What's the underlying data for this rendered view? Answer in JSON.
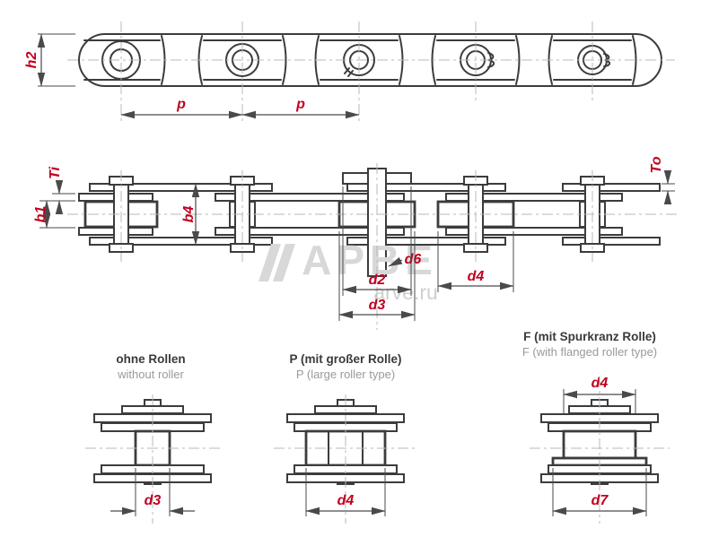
{
  "watermark": {
    "brand": "APBE",
    "site": "arve.ru"
  },
  "side_view": {
    "h2": "h2",
    "p_left": "p",
    "p_right": "p"
  },
  "plan_view": {
    "ti": "Ti",
    "to": "To",
    "b1": "b1",
    "b4": "b4",
    "d6": "d6",
    "d2": "d2",
    "d3": "d3",
    "d4": "d4"
  },
  "details": {
    "no_roller": {
      "title_de": "ohne Rollen",
      "title_en": "without roller",
      "dim": "d3"
    },
    "large_roller": {
      "title_de": "P (mit großer Rolle)",
      "title_en": "P (large roller type)",
      "dim": "d4"
    },
    "flanged": {
      "title_de": "F (mit Spurkranz Rolle)",
      "title_en": "F (with flanged roller type)",
      "dim_top": "d4",
      "dim_bottom": "d7"
    }
  },
  "colors": {
    "line": "#3c3c3c",
    "dimension": "#4a4a4a",
    "label": "#c1001f",
    "centerline": "#b8b8b8",
    "muted_text": "#9a9a9a",
    "watermark": "#d8d8d8"
  }
}
